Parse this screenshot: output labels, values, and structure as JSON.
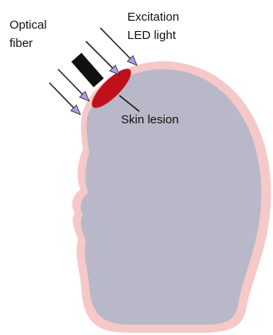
{
  "labels": {
    "optical_fiber": {
      "line1": "Optical",
      "line2": "fiber"
    },
    "excitation_light": {
      "line1": "Excitation",
      "line2": "LED light"
    },
    "skin_lesion": "Skin lesion"
  },
  "colors": {
    "skin_outline": "#f6c8c8",
    "head_fill": "#b8b8c8",
    "lesion": "#c0101c",
    "fiber": "#111111",
    "arrow_line": "#222222",
    "arrow_head": "#b49ae8"
  }
}
